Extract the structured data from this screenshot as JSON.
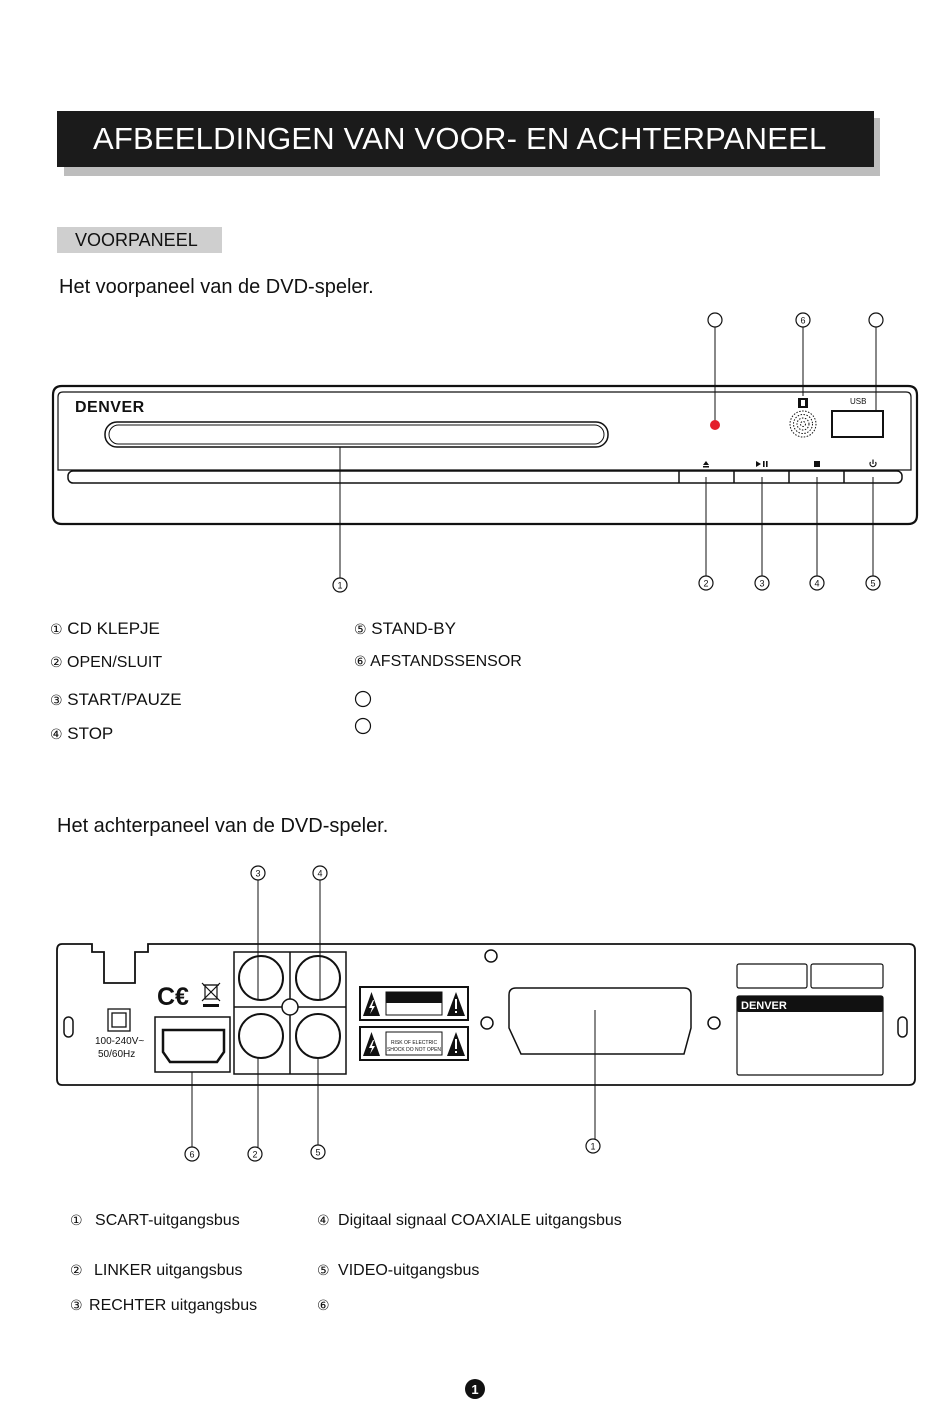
{
  "page": {
    "title": "AFBEELDINGEN VAN VOOR- EN ACHTERPANEEL",
    "section_label": "VOORPANEEL",
    "page_number": "1"
  },
  "front": {
    "intro": "Het voorpaneel van de DVD-speler.",
    "brand": "DENVER",
    "usb_label": "USB",
    "legend": [
      {
        "num": "①",
        "text": "CD KLEPJE"
      },
      {
        "num": "②",
        "text": "OPEN/SLUIT"
      },
      {
        "num": "③",
        "text": "START/PAUZE"
      },
      {
        "num": "④",
        "text": "STOP"
      },
      {
        "num": "⑤",
        "text": "STAND-BY"
      },
      {
        "num": "⑥",
        "text": "AFSTANDSSENSOR"
      }
    ],
    "callouts": [
      "1",
      "2",
      "3",
      "4",
      "5",
      "6"
    ]
  },
  "rear": {
    "intro": "Het achterpaneel van de DVD-speler.",
    "brand": "DENVER",
    "power_label_1": "100-240V~",
    "power_label_2": "50/60Hz",
    "warning_text_1": "RISK OF ELECTRIC",
    "warning_text_2": "SHOCK DO NOT OPEN",
    "legend": [
      {
        "num": "①",
        "text": "SCART-uitgangsbus"
      },
      {
        "num": "②",
        "text": "LINKER uitgangsbus"
      },
      {
        "num": "③",
        "text": "RECHTER uitgangsbus"
      },
      {
        "num": "④",
        "text": "Digitaal signaal COAXIALE uitgangsbus"
      },
      {
        "num": "⑤",
        "text": "VIDEO-uitgangsbus"
      },
      {
        "num": "⑥",
        "text": ""
      }
    ],
    "callouts": [
      "1",
      "2",
      "3",
      "4",
      "5",
      "6"
    ]
  }
}
